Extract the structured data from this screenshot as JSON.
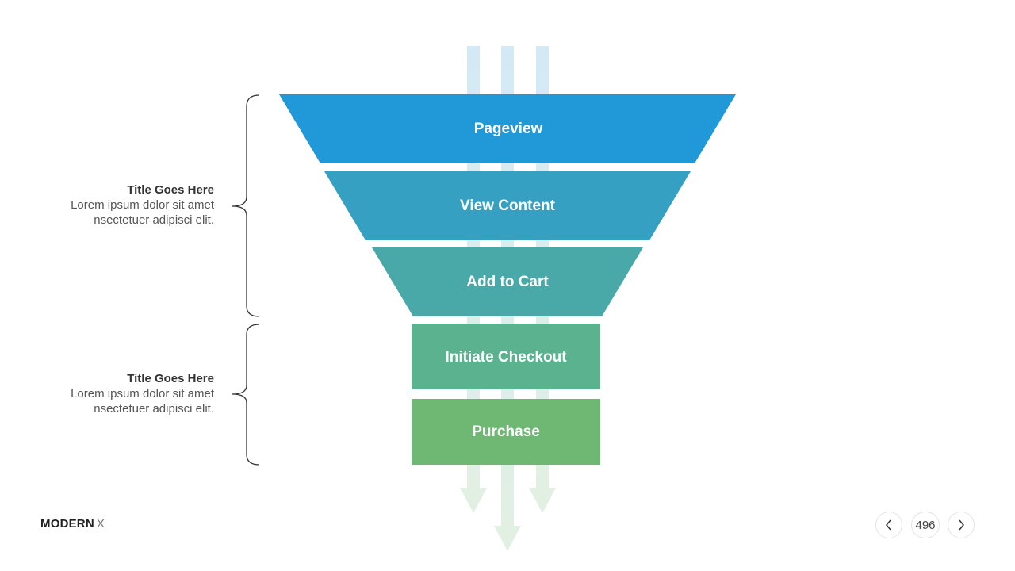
{
  "stages": [
    {
      "label": "Pageview",
      "color": "#2199d8"
    },
    {
      "label": "View Content",
      "color": "#35a0c2"
    },
    {
      "label": "Add to Cart",
      "color": "#48a9a8"
    },
    {
      "label": "Initiate Checkout",
      "color": "#5ab28e"
    },
    {
      "label": "Purchase",
      "color": "#6eb874"
    }
  ],
  "side_blocks": [
    {
      "title": "Title  Goes Here",
      "line1": "Lorem ipsum dolor sit amet",
      "line2": "nsectetuer  adipisci elit."
    },
    {
      "title": "Title  Goes Here",
      "line1": "Lorem ipsum dolor sit amet",
      "line2": "nsectetuer  adipisci elit."
    }
  ],
  "footer": {
    "brand_bold": "MODERN",
    "brand_light": "X",
    "page_number": "496"
  },
  "colors": {
    "stream_top": "#d3e9f5",
    "stream_bottom": "#e2f0e4"
  }
}
